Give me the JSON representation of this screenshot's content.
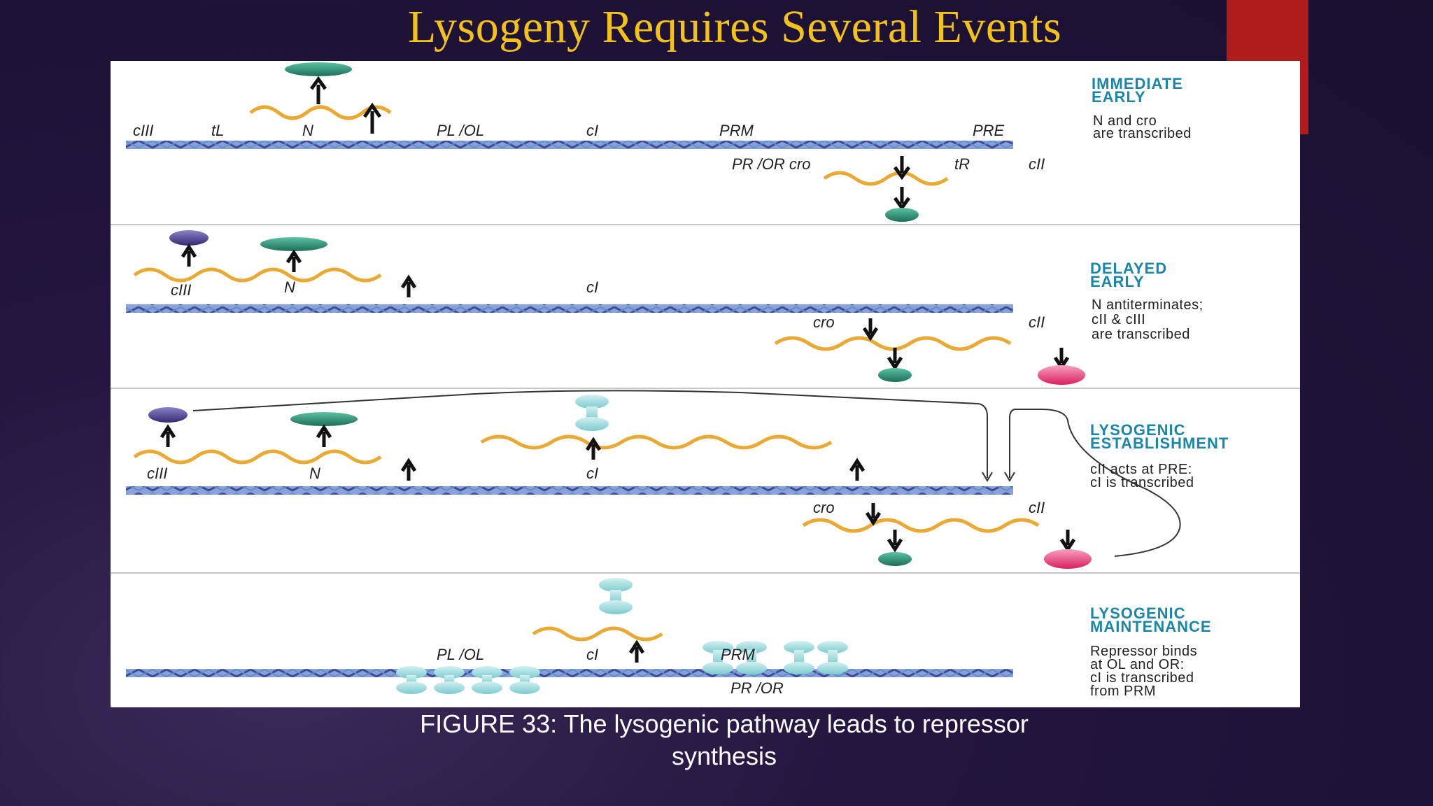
{
  "slide": {
    "title": "Lysogeny  Requires Several Events",
    "caption_line1": "FIGURE 33: The lysogenic  pathway leads to repressor",
    "caption_line2": "synthesis"
  },
  "panels": [
    {
      "phase_line1": "IMMEDIATE",
      "phase_line2": "EARLY",
      "desc": [
        "N and cro",
        "are transcribed"
      ],
      "genes": {
        "cIII": "cIII",
        "tL": "tL",
        "N": "N",
        "PLOL": "PL /OL",
        "cI": "cI",
        "PRM": "PRM",
        "PRE": "PRE",
        "PROR_cro": "PR /OR cro",
        "tR": "tR",
        "cII": "cII"
      }
    },
    {
      "phase_line1": "DELAYED",
      "phase_line2": "EARLY",
      "desc": [
        "N antiterminates;",
        "cII & cIII",
        "are transcribed"
      ],
      "genes": {
        "cIII": "cIII",
        "N": "N",
        "cI": "cI",
        "cro": "cro",
        "cII": "cII"
      }
    },
    {
      "phase_line1": "LYSOGENIC",
      "phase_line2": "ESTABLISHMENT",
      "desc": [
        "cII acts at PRE:",
        "cI is transcribed"
      ],
      "genes": {
        "cIII": "cIII",
        "N": "N",
        "cI": "cI",
        "cro": "cro",
        "cII": "cII"
      }
    },
    {
      "phase_line1": "LYSOGENIC",
      "phase_line2": "MAINTENANCE",
      "desc": [
        "Repressor binds",
        "at OL and OR:",
        "cI is transcribed",
        "from PRM"
      ],
      "genes": {
        "PLOL": "PL /OL",
        "cI": "cI",
        "PRM": "PRM",
        "PROR": "PR /OR"
      }
    }
  ],
  "colors": {
    "title": "#f2c21b",
    "accent_red": "#b01b1b",
    "mrna": "#e8a935",
    "dna": "#5a6bb8",
    "phase_label": "#1a86a8",
    "N_protein": "#2e8f78",
    "cIII_protein": "#4a3f8a",
    "cII_protein": "#e23a78",
    "repressor": "#a8dde0"
  }
}
